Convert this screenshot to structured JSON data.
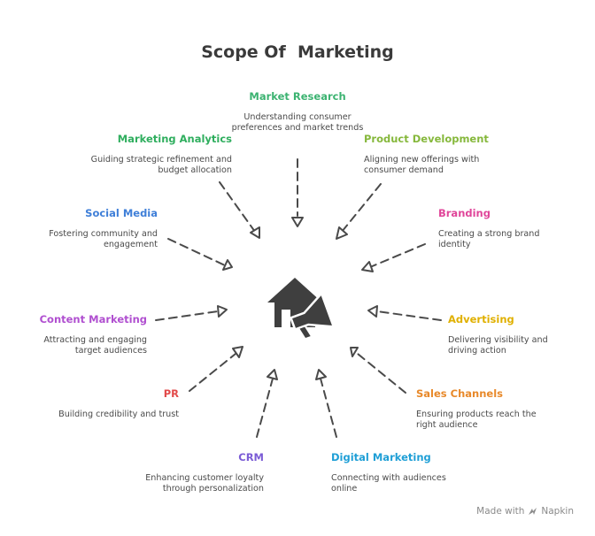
{
  "title": "Scope Of  Marketing",
  "center_icon": "house-megaphone-icon",
  "nodes": [
    {
      "id": "market-research",
      "label": "Market Research",
      "color": "#3cb371",
      "desc": "Understanding consumer preferences and market trends"
    },
    {
      "id": "product-development",
      "label": "Product Development",
      "color": "#86b83c",
      "desc": "Aligning new offerings with consumer demand"
    },
    {
      "id": "branding",
      "label": "Branding",
      "color": "#e0469a",
      "desc": "Creating a strong brand identity"
    },
    {
      "id": "advertising",
      "label": "Advertising",
      "color": "#e0b000",
      "desc": "Delivering visibility and driving action"
    },
    {
      "id": "sales-channels",
      "label": "Sales Channels",
      "color": "#e8892a",
      "desc": "Ensuring products reach the right audience"
    },
    {
      "id": "digital-marketing",
      "label": "Digital Marketing",
      "color": "#1f9fd6",
      "desc": "Connecting with audiences online"
    },
    {
      "id": "crm",
      "label": "CRM",
      "color": "#7b5cd6",
      "desc": "Enhancing customer loyalty through personalization"
    },
    {
      "id": "pr",
      "label": "PR",
      "color": "#e24a4a",
      "desc": "Building credibility and trust"
    },
    {
      "id": "content-marketing",
      "label": "Content Marketing",
      "color": "#b04fd0",
      "desc": "Attracting and engaging target audiences"
    },
    {
      "id": "social-media",
      "label": "Social Media",
      "color": "#3f7fd8",
      "desc": "Fostering community and engagement"
    },
    {
      "id": "marketing-analytics",
      "label": "Marketing Analytics",
      "color": "#2fae5e",
      "desc": "Guiding strategic refinement and budget allocation"
    }
  ],
  "watermark": {
    "prefix": "Made with",
    "brand": "Napkin",
    "icon": "napkin-logo-icon"
  }
}
